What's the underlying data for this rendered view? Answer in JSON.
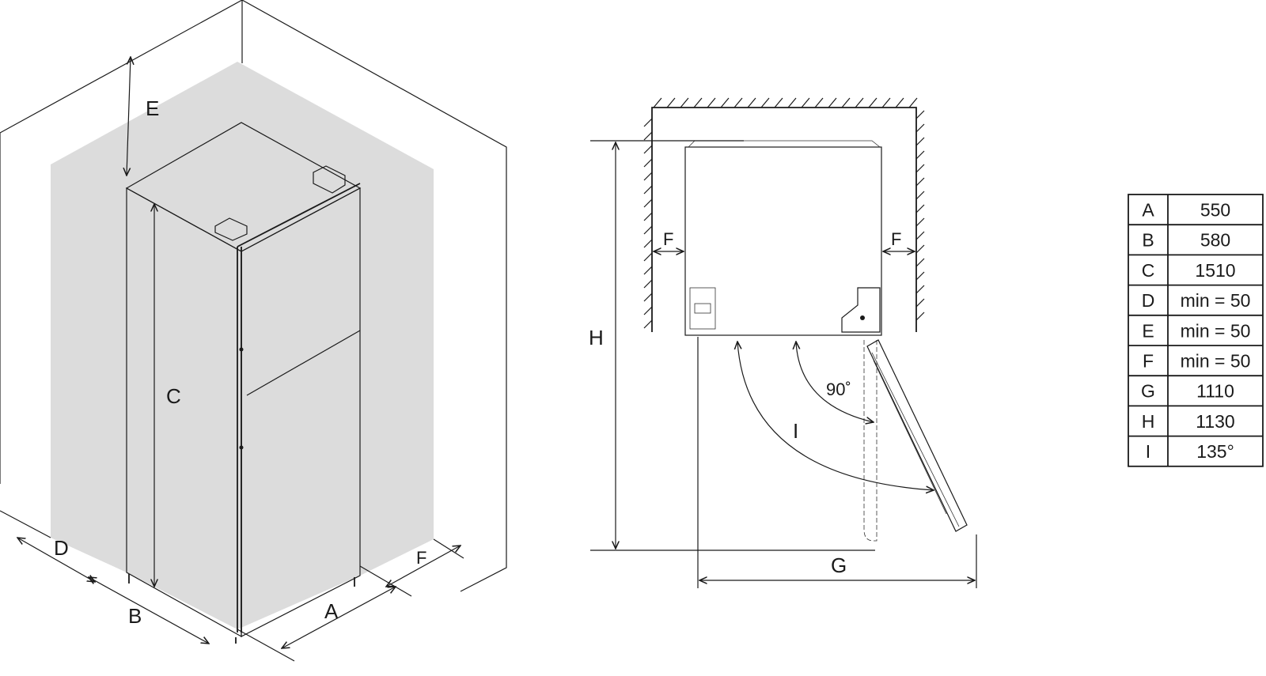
{
  "labels": {
    "A": "A",
    "B": "B",
    "C": "C",
    "D": "D",
    "E": "E",
    "F": "F",
    "G": "G",
    "H": "H",
    "I": "I",
    "angle_90": "90˚"
  },
  "dimensions_table": [
    {
      "key": "A",
      "value": "550"
    },
    {
      "key": "B",
      "value": "580"
    },
    {
      "key": "C",
      "value": "1510"
    },
    {
      "key": "D",
      "value": "min = 50"
    },
    {
      "key": "E",
      "value": "min = 50"
    },
    {
      "key": "F",
      "value": "min = 50"
    },
    {
      "key": "G",
      "value": "1110"
    },
    {
      "key": "H",
      "value": "1130"
    },
    {
      "key": "I",
      "value": "135°"
    }
  ],
  "colors": {
    "clearance_zone": "#dcdcdc",
    "line": "#1a1a1a"
  }
}
